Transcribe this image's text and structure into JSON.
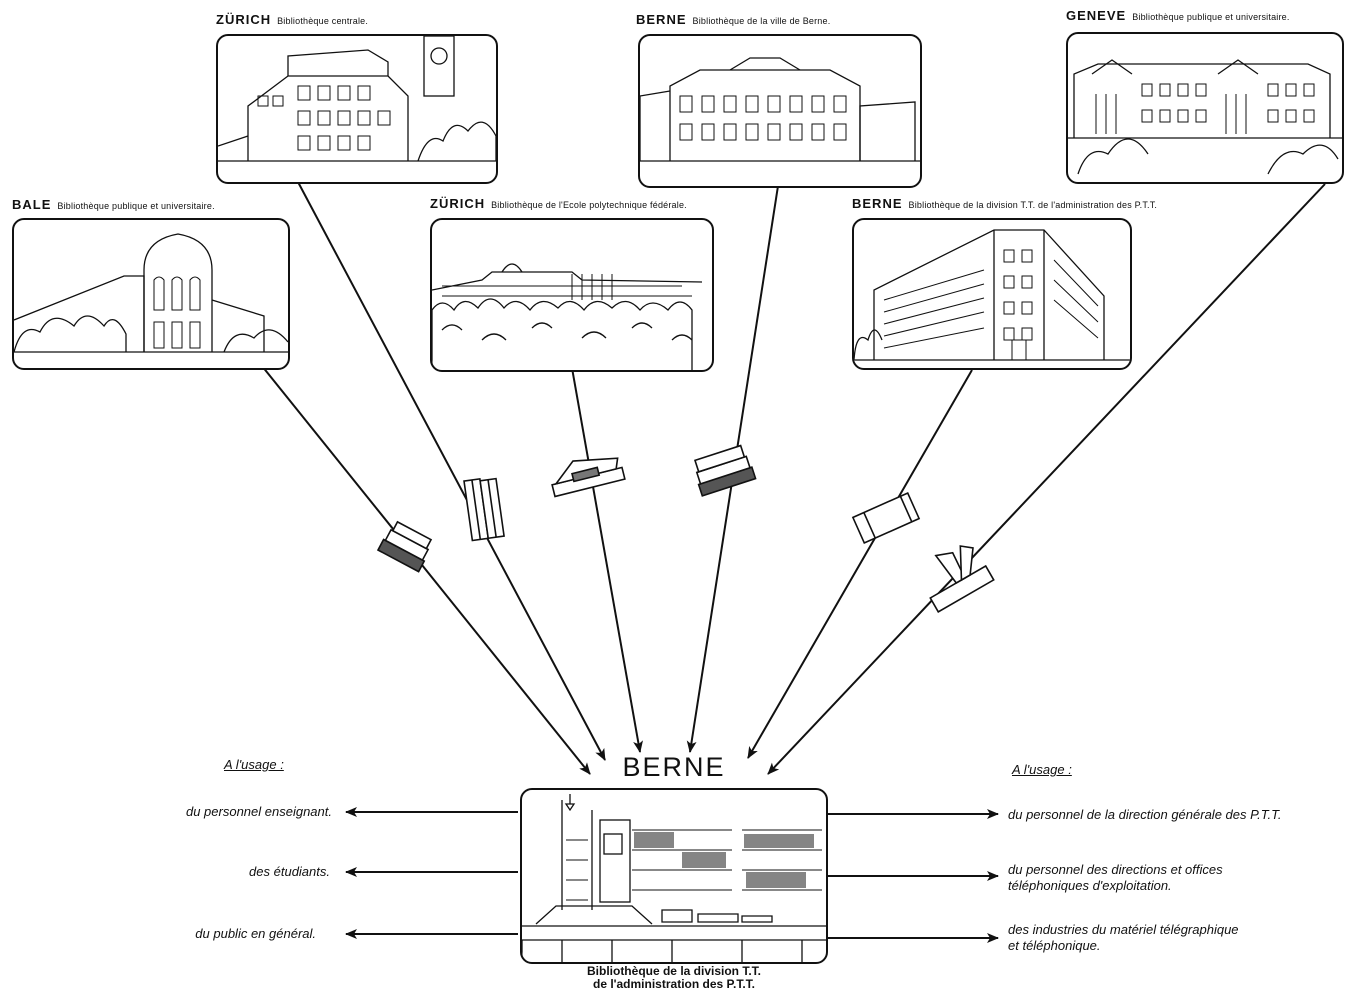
{
  "libraries": [
    {
      "city": "ZÜRICH",
      "name": "Bibliothèque centrale."
    },
    {
      "city": "BERNE",
      "name": "Bibliothèque de la ville de Berne."
    },
    {
      "city": "GENEVE",
      "name": "Bibliothèque publique et universitaire."
    },
    {
      "city": "BALE",
      "name": "Bibliothèque publique et universitaire."
    },
    {
      "city": "ZÜRICH",
      "name": "Bibliothèque de l'Ecole polytechnique fédérale."
    },
    {
      "city": "BERNE",
      "name": "Bibliothèque de la division T.T. de l'administration des P.T.T."
    }
  ],
  "center": {
    "city": "BERNE",
    "caption_line1": "Bibliothèque de la division T.T.",
    "caption_line2": "de l'administration des P.T.T."
  },
  "left_usage": {
    "heading": "A l'usage :",
    "items": [
      "du personnel enseignant.",
      "des étudiants.",
      "du public en général."
    ]
  },
  "right_usage": {
    "heading": "A l'usage :",
    "items": [
      "du personnel de la direction générale des P.T.T.",
      "du personnel des directions et offices",
      "téléphoniques d'exploitation.",
      "des industries du matériel télégraphique",
      "et téléphonique."
    ]
  }
}
